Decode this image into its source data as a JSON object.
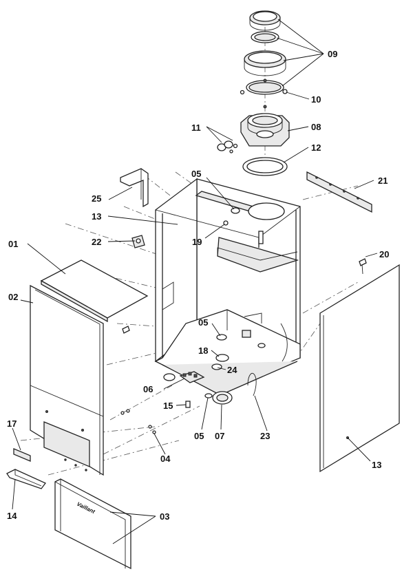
{
  "diagram": {
    "brand_mark": "Vaillant",
    "callouts": [
      {
        "id": "c09",
        "label": "09"
      },
      {
        "id": "c10",
        "label": "10"
      },
      {
        "id": "c11",
        "label": "11"
      },
      {
        "id": "c08",
        "label": "08"
      },
      {
        "id": "c12",
        "label": "12"
      },
      {
        "id": "c05a",
        "label": "05"
      },
      {
        "id": "c21",
        "label": "21"
      },
      {
        "id": "c25",
        "label": "25"
      },
      {
        "id": "c13a",
        "label": "13"
      },
      {
        "id": "c19",
        "label": "19"
      },
      {
        "id": "c20",
        "label": "20"
      },
      {
        "id": "c01",
        "label": "01"
      },
      {
        "id": "c22",
        "label": "22"
      },
      {
        "id": "c02",
        "label": "02"
      },
      {
        "id": "c05b",
        "label": "05"
      },
      {
        "id": "c18",
        "label": "18"
      },
      {
        "id": "c24",
        "label": "24"
      },
      {
        "id": "c06",
        "label": "06"
      },
      {
        "id": "c15",
        "label": "15"
      },
      {
        "id": "c05c",
        "label": "05"
      },
      {
        "id": "c07",
        "label": "07"
      },
      {
        "id": "c23",
        "label": "23"
      },
      {
        "id": "c17",
        "label": "17"
      },
      {
        "id": "c04",
        "label": "04"
      },
      {
        "id": "c13b",
        "label": "13"
      },
      {
        "id": "c14",
        "label": "14"
      },
      {
        "id": "c03",
        "label": "03"
      }
    ]
  }
}
